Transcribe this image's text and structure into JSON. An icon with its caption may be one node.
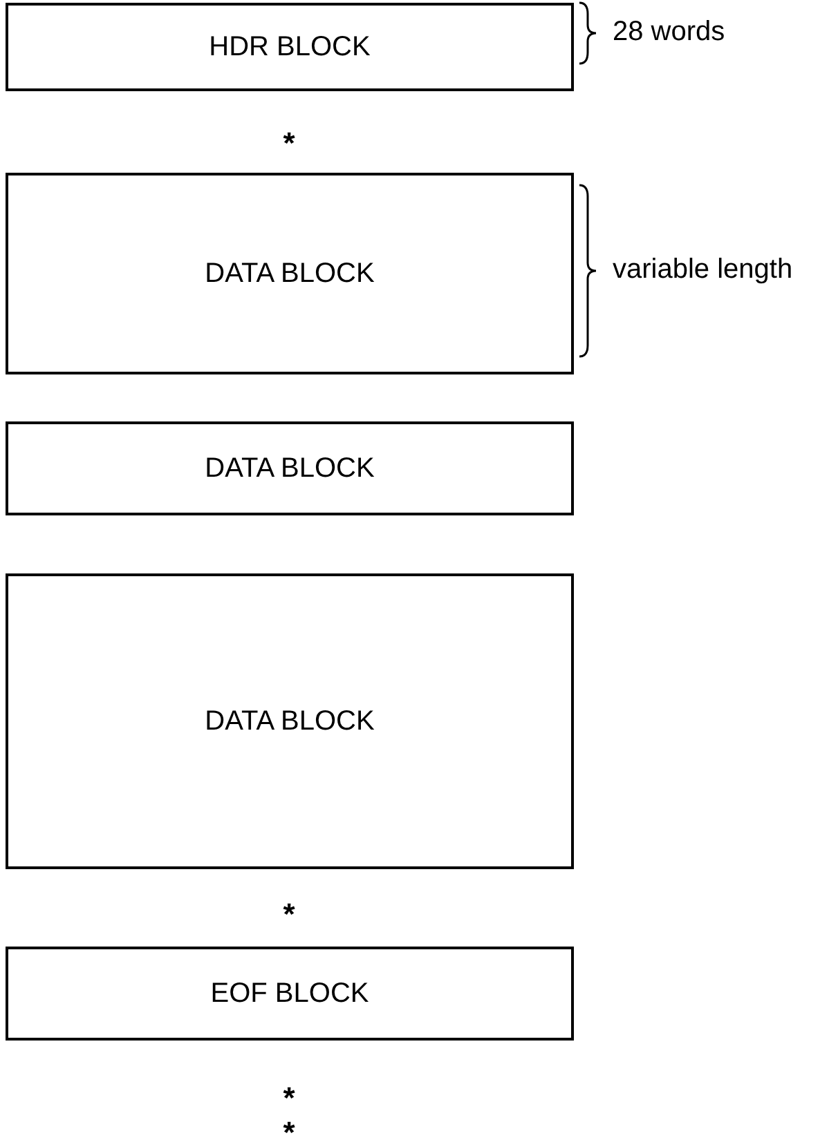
{
  "diagram": {
    "nodes": [
      {
        "text": [
          "HDR BLOCK"
        ],
        "beside": [
          "28 words"
        ]
      },
      {
        "text": [
          "DATA BLOCK"
        ],
        "beside": [
          "variable length"
        ]
      },
      {
        "text": [
          "DATA BLOCK"
        ]
      },
      {
        "text": [
          "DATA BLOCK"
        ]
      },
      {
        "text": [
          "EOF BLOCK"
        ]
      }
    ],
    "labels": [
      "*",
      "*",
      "*",
      "*"
    ]
  }
}
